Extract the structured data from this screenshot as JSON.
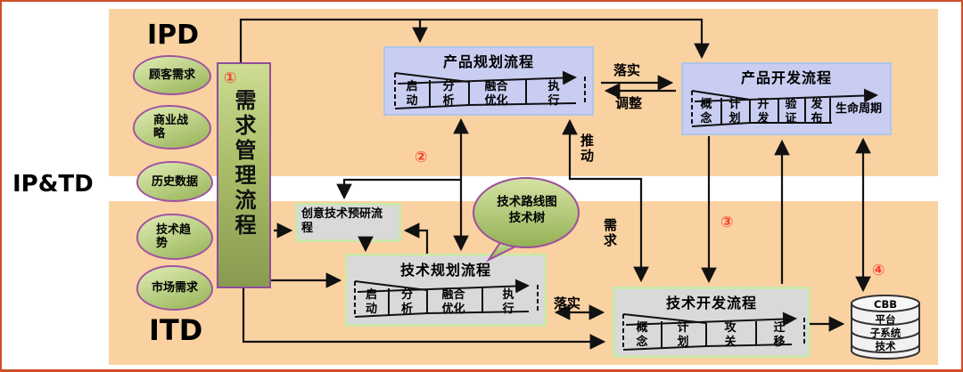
{
  "labels": {
    "ipd": "IPD",
    "iptd": "IP&TD",
    "itd": "ITD"
  },
  "numbers": {
    "n1": "①",
    "n2": "②",
    "n3": "③",
    "n4": "④"
  },
  "req_bar": {
    "label": "需求管理流程"
  },
  "sources": [
    {
      "label": "顾客需求"
    },
    {
      "label": "商业战略"
    },
    {
      "label": "历史数据"
    },
    {
      "label": "技术趋势"
    },
    {
      "label": "市场需求"
    }
  ],
  "boxes": {
    "product_planning": {
      "title": "产品规划流程",
      "stages": [
        "启动",
        "分析",
        "融合优化",
        "执行"
      ]
    },
    "product_dev": {
      "title": "产品开发流程",
      "stages": [
        "概念",
        "计划",
        "开发",
        "验证",
        "发布",
        "生命周期"
      ]
    },
    "idea_preresearch": {
      "title": "创意技术预研流程"
    },
    "tech_planning": {
      "title": "技术规划流程",
      "stages": [
        "启动",
        "分析",
        "融合优化",
        "执行"
      ]
    },
    "tech_dev": {
      "title": "技术开发流程",
      "stages": [
        "概念",
        "计划",
        "攻关",
        "迁移"
      ]
    }
  },
  "bubble": {
    "line1": "技术路线图",
    "line2": "技术树"
  },
  "cylinder": {
    "rows": [
      "CBB",
      "平台",
      "子系统",
      "技术"
    ]
  },
  "edge_labels": {
    "implement_top": "落实",
    "adjust": "调整",
    "push": "推动",
    "demand": "需求",
    "implement_bottom": "落实"
  },
  "colors": {
    "panel_orange": "#FAD2A2",
    "frame_red": "#CF4E2B",
    "process_blue": "#C9CDF1",
    "process_gray": "#D9D9D9",
    "green_fill": "#AABE69",
    "purple_border": "#A0549F",
    "number_red": "#F4442E"
  }
}
